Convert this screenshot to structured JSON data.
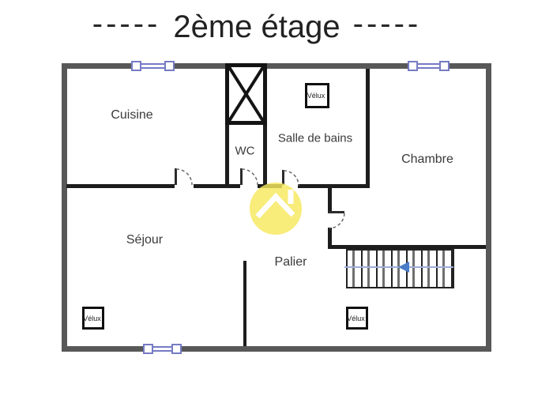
{
  "title": {
    "dashes_left": "-----",
    "text": "2ème étage",
    "dashes_right": "-----"
  },
  "floor_plan": {
    "rooms": [
      {
        "name": "Cuisine"
      },
      {
        "name": "WC"
      },
      {
        "name": "Salle de bains"
      },
      {
        "name": "Chambre"
      },
      {
        "name": "Séjour"
      },
      {
        "name": "Palier"
      }
    ],
    "skylights": [
      {
        "label": "Vélux",
        "location": "Salle de bains"
      },
      {
        "label": "Vélux",
        "location": "Séjour"
      },
      {
        "label": "Vélux",
        "location": "Palier"
      }
    ],
    "windows": [
      {
        "location": "Cuisine top wall"
      },
      {
        "location": "Chambre top wall"
      },
      {
        "location": "Séjour bottom wall"
      }
    ],
    "doors": [
      {
        "to": "Cuisine"
      },
      {
        "to": "WC"
      },
      {
        "to": "Salle de bains"
      },
      {
        "to": "Chambre"
      }
    ],
    "stairs": {
      "location": "Palier",
      "arrow_direction": "left",
      "step_count": 12
    }
  },
  "colors": {
    "outer-wall": "#585858",
    "inner-wall": "#1d1d1d",
    "window-blue": "#767bc4",
    "stair-line": "#9daed8",
    "stair-arrow": "#4b7cc7",
    "logo-yellow": "#f6e85d",
    "label-text": "#3a3a3a",
    "title-text": "#222222"
  }
}
